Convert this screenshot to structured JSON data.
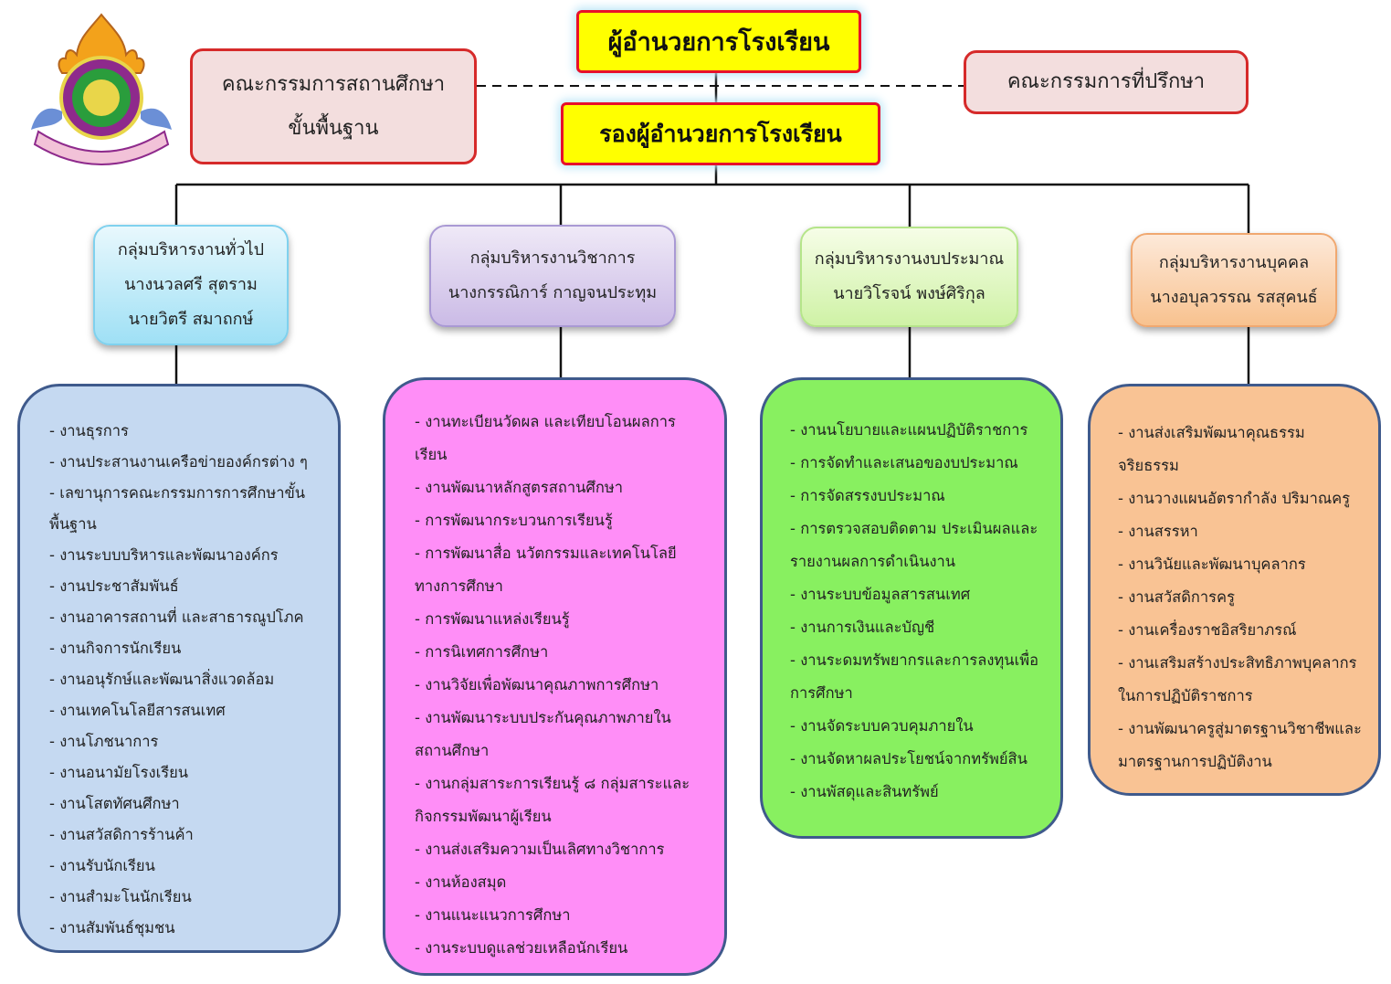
{
  "director": "ผู้อำนวยการโรงเรียน",
  "deputy": "รองผู้อำนวยการโรงเรียน",
  "basic_board": [
    "คณะกรรมการสถานศึกษา",
    "ขั้นพื้นฐาน"
  ],
  "advisory_board": "คณะกรรมการที่ปรึกษา",
  "logo": {
    "name": "school-emblem",
    "colors": [
      "#f3a21b",
      "#8e2a8c",
      "#2a9d3c",
      "#e9d64a"
    ]
  },
  "colors": {
    "yellow": "#ffff00",
    "red_border": "#e8102a",
    "general": "#c5d9f1",
    "academic": "#ff8ef7",
    "budget": "#88f060",
    "personnel": "#f9c394"
  },
  "groups": [
    {
      "title": "กลุ่มบริหารงานทั่วไป",
      "people": [
        "นางนวลศรี  สุตราม",
        "นายวิตรี   สมาถกษ์"
      ],
      "tasks": [
        "-  งานธุรการ",
        "-  งานประสานงานเครือข่ายองค์กรต่าง ๆ",
        "-  เลขานุการคณะกรรมการการศึกษาขั้น",
        "พื้นฐาน",
        "-  งานระบบบริหารและพัฒนาองค์กร",
        "-  งานประชาสัมพันธ์",
        "-  งานอาคารสถานที่ และสาธารณูปโภค",
        "-  งานกิจการนักเรียน",
        "-  งานอนุรักษ์และพัฒนาสิ่งแวดล้อม",
        "-  งานเทคโนโลยีสารสนเทศ",
        "-  งานโภชนาการ",
        "-  งานอนามัยโรงเรียน",
        "-  งานโสตทัศนศึกษา",
        "-  งานสวัสดิการร้านค้า",
        "-  งานรับนักเรียน",
        "-  งานสำมะโนนักเรียน",
        "-  งานสัมพันธ์ชุมชน"
      ]
    },
    {
      "title": "กลุ่มบริหารงานวิชาการ",
      "people": [
        "นางกรรณิการ์   กาญจนประทุม"
      ],
      "tasks": [
        "-  งานทะเบียนวัดผล และเทียบโอนผลการ",
        "เรียน",
        "-  งานพัฒนาหลักสูตรสถานศึกษา",
        "-  การพัฒนากระบวนการเรียนรู้",
        "-  การพัฒนาสื่อ นวัตกรรมและเทคโนโลยี",
        "ทางการศึกษา",
        "-  การพัฒนาแหล่งเรียนรู้",
        "-  การนิเทศการศึกษา",
        "-  งานวิจัยเพื่อพัฒนาคุณภาพการศึกษา",
        "-  งานพัฒนาระบบประกันคุณภาพภายใน",
        "สถานศึกษา",
        "-  งานกลุ่มสาระการเรียนรู้ ๘  กลุ่มสาระและ",
        "กิจกรรมพัฒนาผู้เรียน",
        "-  งานส่งเสริมความเป็นเลิศทางวิชาการ",
        "-  งานห้องสมุด",
        "-  งานแนะแนวการศึกษา",
        "-  งานระบบดูแลช่วยเหลือนักเรียน"
      ]
    },
    {
      "title": "กลุ่มบริหารงานงบประมาณ",
      "people": [
        "นายวิโรจน์   พงษ์ศิริกุล"
      ],
      "tasks": [
        "-  งานนโยบายและแผนปฏิบัติราชการ",
        "-  การจัดทำและเสนอของบประมาณ",
        "-  การจัดสรรงบประมาณ",
        "-  การตรวจสอบติดตาม ประเมินผลและ",
        "รายงานผลการดำเนินงาน",
        "-  งานระบบข้อมูลสารสนเทศ",
        "-  งานการเงินและบัญชี",
        "-  งานระดมทรัพยากรและการลงทุนเพื่อ",
        "การศึกษา",
        "-  งานจัดระบบควบคุมภายใน",
        "-  งานจัดหาผลประโยชน์จากทรัพย์สิน",
        "-  งานพัสดุและสินทรัพย์"
      ]
    },
    {
      "title": "กลุ่มบริหารงานบุคคล",
      "people": [
        "นางอบุลวรรณ   รสสุคนธ์"
      ],
      "tasks": [
        "-  งานส่งเสริมพัฒนาคุณธรรม",
        "จริยธรรม",
        "-  งานวางแผนอัตรากำลัง ปริมาณครู",
        "-  งานสรรหา",
        "-  งานวินัยและพัฒนาบุคลากร",
        "-  งานสวัสดิการครู",
        "-  งานเครื่องราชอิสริยาภรณ์",
        "-  งานเสริมสร้างประสิทธิภาพบุคลากร",
        "ในการปฏิบัติราชการ",
        "-  งานพัฒนาครูสู่มาตรฐานวิชาชีพและ",
        "มาตรฐานการปฏิบัติงาน"
      ]
    }
  ]
}
